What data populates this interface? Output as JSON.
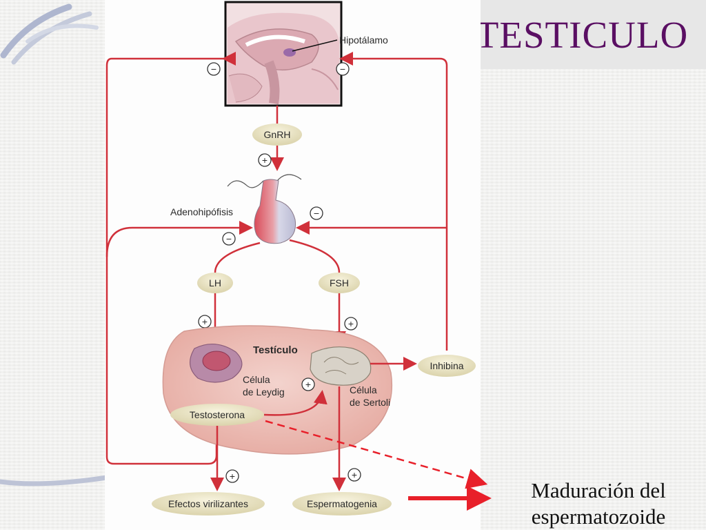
{
  "title": "TESTICULO",
  "diagram": {
    "hypothalamus_label": "Hipotálamo",
    "gnrh": "GnRH",
    "adenohipofisis": "Adenohipófisis",
    "lh": "LH",
    "fsh": "FSH",
    "testiculo": "Testículo",
    "leydig_line1": "Célula",
    "leydig_line2": "de Leydig",
    "sertoli_line1": "Célula",
    "sertoli_line2": "de Sertoli",
    "inhibina": "Inhibina",
    "testosterona": "Testosterona",
    "efectos": "Efectos virilizantes",
    "espermatogenia": "Espermatogenia",
    "plus": "+",
    "minus": "−"
  },
  "annotation": {
    "line1": "Maduración del",
    "line2": "espermatozoide"
  },
  "colors": {
    "title": "#5a0f63",
    "arrow": "#d0303a",
    "testis": "#efc4bd",
    "pill": "#ece6c6"
  }
}
